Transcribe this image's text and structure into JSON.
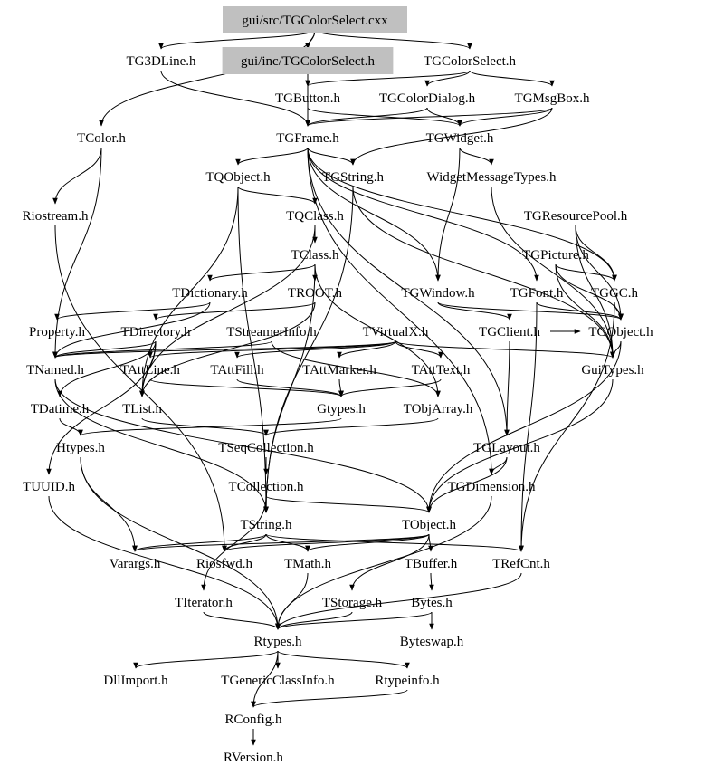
{
  "graph": {
    "nodes": [
      {
        "id": "cxx",
        "label": "gui/src/TGColorSelect.cxx",
        "highlight": true
      },
      {
        "id": "TG3DLine",
        "label": "TG3DLine.h"
      },
      {
        "id": "guiinc",
        "label": "gui/inc/TGColorSelect.h",
        "highlight": true
      },
      {
        "id": "TGColorSelect",
        "label": "TGColorSelect.h"
      },
      {
        "id": "TGButton",
        "label": "TGButton.h"
      },
      {
        "id": "TGColorDialog",
        "label": "TGColorDialog.h"
      },
      {
        "id": "TGMsgBox",
        "label": "TGMsgBox.h"
      },
      {
        "id": "TColor",
        "label": "TColor.h"
      },
      {
        "id": "TGFrame",
        "label": "TGFrame.h"
      },
      {
        "id": "TGWidget",
        "label": "TGWidget.h"
      },
      {
        "id": "TQObject",
        "label": "TQObject.h"
      },
      {
        "id": "TGString",
        "label": "TGString.h"
      },
      {
        "id": "WidgetMessageTypes",
        "label": "WidgetMessageTypes.h"
      },
      {
        "id": "Riostream",
        "label": "Riostream.h"
      },
      {
        "id": "TQClass",
        "label": "TQClass.h"
      },
      {
        "id": "TGResourcePool",
        "label": "TGResourcePool.h"
      },
      {
        "id": "TClass",
        "label": "TClass.h"
      },
      {
        "id": "TGPicture",
        "label": "TGPicture.h"
      },
      {
        "id": "TDictionary",
        "label": "TDictionary.h"
      },
      {
        "id": "TROOT",
        "label": "TROOT.h"
      },
      {
        "id": "TGWindow",
        "label": "TGWindow.h"
      },
      {
        "id": "TGFont",
        "label": "TGFont.h"
      },
      {
        "id": "TGGC",
        "label": "TGGC.h"
      },
      {
        "id": "Property",
        "label": "Property.h"
      },
      {
        "id": "TDirectory",
        "label": "TDirectory.h"
      },
      {
        "id": "TStreamerInfo",
        "label": "TStreamerInfo.h"
      },
      {
        "id": "TVirtualX",
        "label": "TVirtualX.h"
      },
      {
        "id": "TGClient",
        "label": "TGClient.h"
      },
      {
        "id": "TGObject",
        "label": "TGObject.h"
      },
      {
        "id": "TNamed",
        "label": "TNamed.h"
      },
      {
        "id": "TAttLine",
        "label": "TAttLine.h"
      },
      {
        "id": "TAttFill",
        "label": "TAttFill.h"
      },
      {
        "id": "TAttMarker",
        "label": "TAttMarker.h"
      },
      {
        "id": "TAttText",
        "label": "TAttText.h"
      },
      {
        "id": "GuiTypes",
        "label": "GuiTypes.h"
      },
      {
        "id": "TDatime",
        "label": "TDatime.h"
      },
      {
        "id": "TList",
        "label": "TList.h"
      },
      {
        "id": "Gtypes",
        "label": "Gtypes.h"
      },
      {
        "id": "TObjArray",
        "label": "TObjArray.h"
      },
      {
        "id": "Htypes",
        "label": "Htypes.h"
      },
      {
        "id": "TSeqCollection",
        "label": "TSeqCollection.h"
      },
      {
        "id": "TGLayout",
        "label": "TGLayout.h"
      },
      {
        "id": "TUUID",
        "label": "TUUID.h"
      },
      {
        "id": "TCollection",
        "label": "TCollection.h"
      },
      {
        "id": "TGDimension",
        "label": "TGDimension.h"
      },
      {
        "id": "TString",
        "label": "TString.h"
      },
      {
        "id": "TObject",
        "label": "TObject.h"
      },
      {
        "id": "Varargs",
        "label": "Varargs.h"
      },
      {
        "id": "Riosfwd",
        "label": "Riosfwd.h"
      },
      {
        "id": "TMath",
        "label": "TMath.h"
      },
      {
        "id": "TBuffer",
        "label": "TBuffer.h"
      },
      {
        "id": "TRefCnt",
        "label": "TRefCnt.h"
      },
      {
        "id": "TIterator",
        "label": "TIterator.h"
      },
      {
        "id": "TStorage",
        "label": "TStorage.h"
      },
      {
        "id": "Bytes",
        "label": "Bytes.h"
      },
      {
        "id": "Rtypes",
        "label": "Rtypes.h"
      },
      {
        "id": "Byteswap",
        "label": "Byteswap.h"
      },
      {
        "id": "DllImport",
        "label": "DllImport.h"
      },
      {
        "id": "TGenericClassInfo",
        "label": "TGenericClassInfo.h"
      },
      {
        "id": "Rtypeinfo",
        "label": "Rtypeinfo.h"
      },
      {
        "id": "RConfig",
        "label": "RConfig.h"
      },
      {
        "id": "RVersion",
        "label": "RVersion.h"
      }
    ],
    "edges": [
      [
        "cxx",
        "TG3DLine"
      ],
      [
        "cxx",
        "guiinc"
      ],
      [
        "cxx",
        "TGColorSelect"
      ],
      [
        "cxx",
        "TColor"
      ],
      [
        "TG3DLine",
        "TGFrame"
      ],
      [
        "guiinc",
        "TGButton"
      ],
      [
        "guiinc",
        "TGFrame"
      ],
      [
        "TGColorSelect",
        "TGColorDialog"
      ],
      [
        "TGColorSelect",
        "TGMsgBox"
      ],
      [
        "TGColorSelect",
        "TGButton"
      ],
      [
        "TGButton",
        "TGFrame"
      ],
      [
        "TGButton",
        "TGWidget"
      ],
      [
        "TGColorDialog",
        "TGFrame"
      ],
      [
        "TGColorDialog",
        "TGWidget"
      ],
      [
        "TGMsgBox",
        "TGFrame"
      ],
      [
        "TGMsgBox",
        "TGWidget"
      ],
      [
        "TGMsgBox",
        "TGString"
      ],
      [
        "TColor",
        "TNamed"
      ],
      [
        "TColor",
        "Riostream"
      ],
      [
        "TGFrame",
        "TQObject"
      ],
      [
        "TGFrame",
        "TGString"
      ],
      [
        "TGFrame",
        "TGWindow"
      ],
      [
        "TGFrame",
        "TGGC"
      ],
      [
        "TGFrame",
        "TGFont"
      ],
      [
        "TGFrame",
        "TGLayout"
      ],
      [
        "TGFrame",
        "TGDimension"
      ],
      [
        "TGWidget",
        "WidgetMessageTypes"
      ],
      [
        "TGWidget",
        "TGWindow"
      ],
      [
        "TQObject",
        "TQClass"
      ],
      [
        "TQObject",
        "TList"
      ],
      [
        "TQObject",
        "TString"
      ],
      [
        "TGString",
        "TString"
      ],
      [
        "TGString",
        "GuiTypes"
      ],
      [
        "WidgetMessageTypes",
        "GuiTypes"
      ],
      [
        "Riostream",
        "Riosfwd"
      ],
      [
        "TQClass",
        "TClass"
      ],
      [
        "TQClass",
        "TList"
      ],
      [
        "TGResourcePool",
        "TGObject"
      ],
      [
        "TGResourcePool",
        "GuiTypes"
      ],
      [
        "TGResourcePool",
        "TGGC"
      ],
      [
        "TClass",
        "TDictionary"
      ],
      [
        "TClass",
        "TROOT"
      ],
      [
        "TClass",
        "TObjArray"
      ],
      [
        "TClass",
        "TString"
      ],
      [
        "TGPicture",
        "TGObject"
      ],
      [
        "TGPicture",
        "TGGC"
      ],
      [
        "TGPicture",
        "GuiTypes"
      ],
      [
        "TDictionary",
        "TNamed"
      ],
      [
        "TDictionary",
        "Property"
      ],
      [
        "TROOT",
        "TDirectory"
      ],
      [
        "TROOT",
        "TList"
      ],
      [
        "TGWindow",
        "TGObject"
      ],
      [
        "TGWindow",
        "TGClient"
      ],
      [
        "TGFont",
        "TGObject"
      ],
      [
        "TGFont",
        "TRefCnt"
      ],
      [
        "TGGC",
        "TGObject"
      ],
      [
        "TGGC",
        "TRefCnt"
      ],
      [
        "TDirectory",
        "TNamed"
      ],
      [
        "TDirectory",
        "TList"
      ],
      [
        "TDirectory",
        "TDatime"
      ],
      [
        "TDirectory",
        "TUUID"
      ],
      [
        "TStreamerInfo",
        "TNamed"
      ],
      [
        "TStreamerInfo",
        "TObjArray"
      ],
      [
        "TVirtualX",
        "TNamed"
      ],
      [
        "TVirtualX",
        "TAttLine"
      ],
      [
        "TVirtualX",
        "TAttFill"
      ],
      [
        "TVirtualX",
        "TAttText"
      ],
      [
        "TVirtualX",
        "TAttMarker"
      ],
      [
        "TVirtualX",
        "GuiTypes"
      ],
      [
        "TGClient",
        "TGObject"
      ],
      [
        "TGClient",
        "TGLayout"
      ],
      [
        "TGObject",
        "TObject"
      ],
      [
        "TGObject",
        "GuiTypes"
      ],
      [
        "TNamed",
        "TObject"
      ],
      [
        "TNamed",
        "TString"
      ],
      [
        "TAttLine",
        "Gtypes"
      ],
      [
        "TAttFill",
        "Gtypes"
      ],
      [
        "TAttMarker",
        "Gtypes"
      ],
      [
        "TAttText",
        "Gtypes"
      ],
      [
        "GuiTypes",
        "TObject"
      ],
      [
        "TDatime",
        "Htypes"
      ],
      [
        "TList",
        "TSeqCollection"
      ],
      [
        "Gtypes",
        "Htypes"
      ],
      [
        "TObjArray",
        "TSeqCollection"
      ],
      [
        "Htypes",
        "Varargs"
      ],
      [
        "Htypes",
        "Rtypes"
      ],
      [
        "TSeqCollection",
        "TCollection"
      ],
      [
        "TGLayout",
        "TObject"
      ],
      [
        "TGLayout",
        "TGDimension"
      ],
      [
        "TUUID",
        "Rtypes"
      ],
      [
        "TCollection",
        "TObject"
      ],
      [
        "TCollection",
        "TIterator"
      ],
      [
        "TCollection",
        "TString"
      ],
      [
        "TGDimension",
        "Rtypes"
      ],
      [
        "TString",
        "TRefCnt"
      ],
      [
        "TString",
        "TMath"
      ],
      [
        "TString",
        "Varargs"
      ],
      [
        "TString",
        "Riosfwd"
      ],
      [
        "TObject",
        "TStorage"
      ],
      [
        "TObject",
        "Varargs"
      ],
      [
        "TObject",
        "TBuffer"
      ],
      [
        "TObject",
        "Riosfwd"
      ],
      [
        "TObject",
        "TMath"
      ],
      [
        "TBuffer",
        "Bytes"
      ],
      [
        "TRefCnt",
        "Rtypes"
      ],
      [
        "TIterator",
        "Rtypes"
      ],
      [
        "TStorage",
        "Rtypes"
      ],
      [
        "Bytes",
        "Byteswap"
      ],
      [
        "Bytes",
        "Rtypes"
      ],
      [
        "TMath",
        "Rtypes"
      ],
      [
        "Rtypes",
        "DllImport"
      ],
      [
        "Rtypes",
        "TGenericClassInfo"
      ],
      [
        "Rtypes",
        "Rtypeinfo"
      ],
      [
        "Rtypes",
        "RConfig"
      ],
      [
        "Rtypeinfo",
        "RConfig"
      ],
      [
        "RConfig",
        "RVersion"
      ]
    ]
  },
  "colors": {
    "highlight_fill": "#c0c0c0",
    "edge": "#000000"
  }
}
